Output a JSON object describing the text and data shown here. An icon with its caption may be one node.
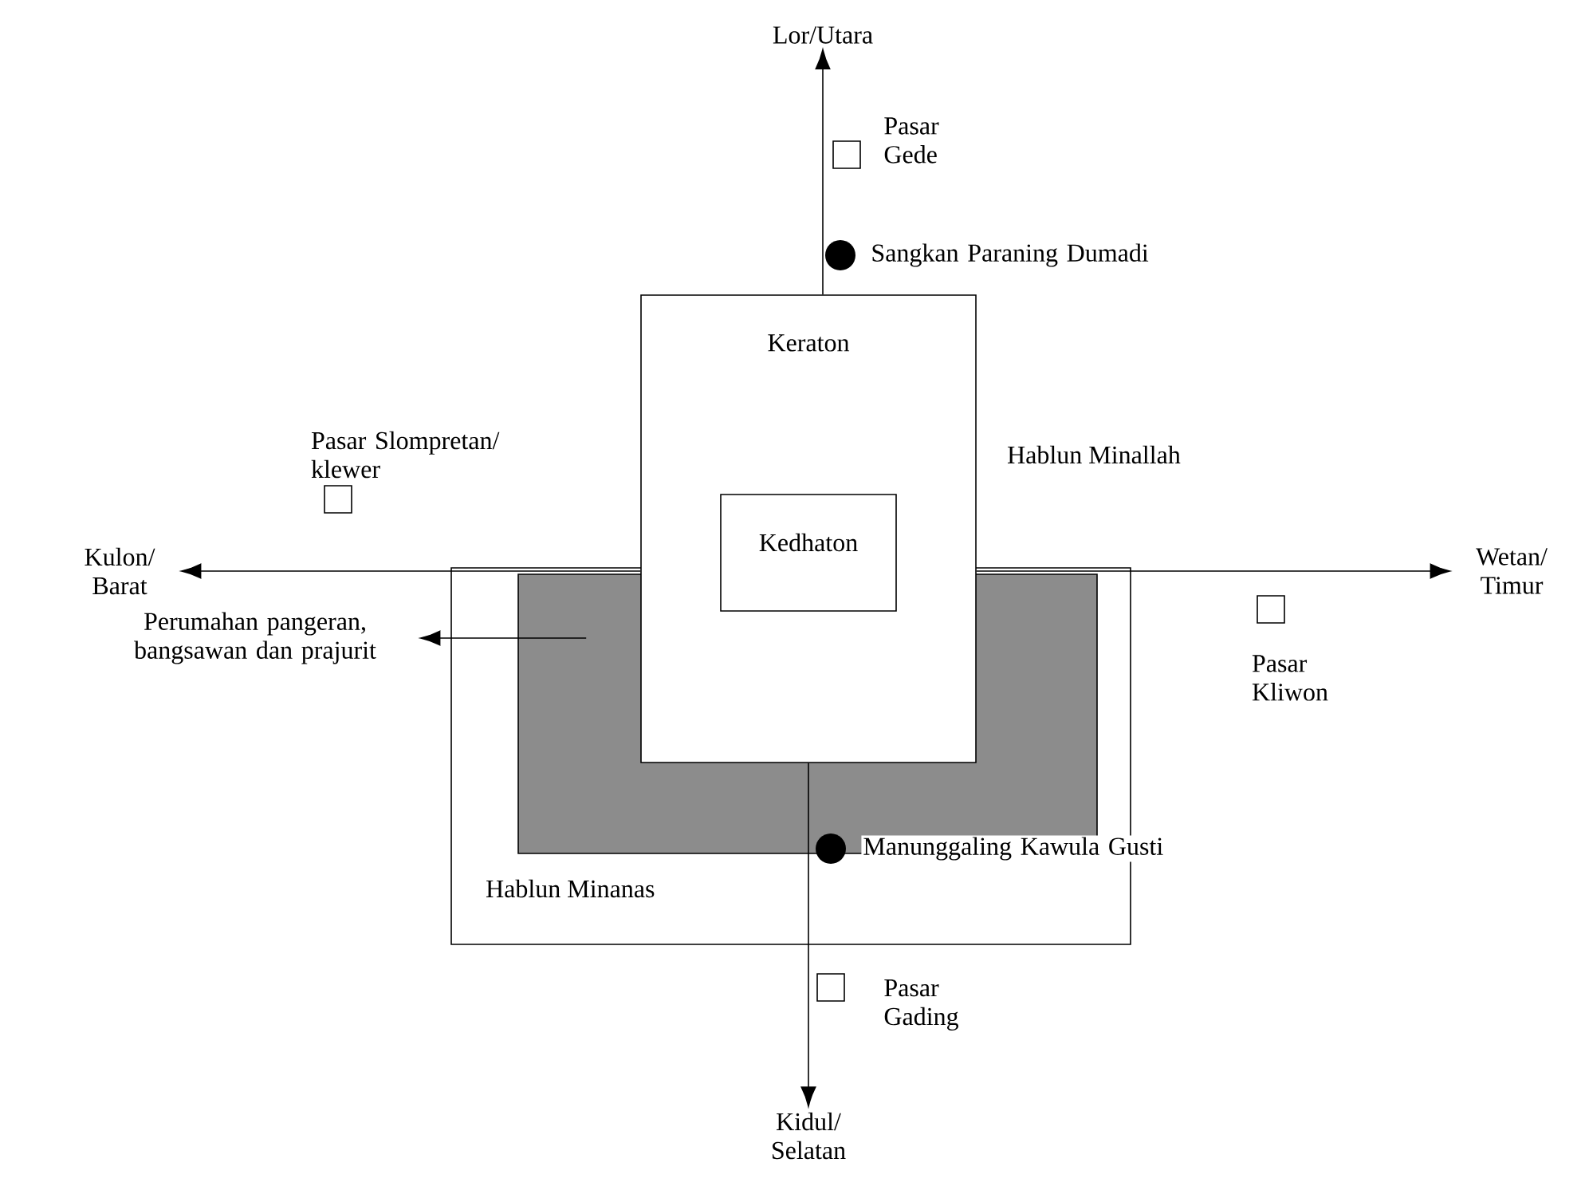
{
  "diagram": {
    "nodes": [
      {
        "text": [
          "Lor/Utara"
        ]
      },
      {
        "text": [],
        "shape": "box",
        "beside": [
          "Pasar Gede"
        ]
      },
      {
        "text": [],
        "shape": "circle",
        "beside": [
          "Sangkan Paraning Dumadi"
        ]
      },
      {
        "text": [
          "Keraton"
        ]
      },
      {
        "text": [
          "Kedhaton"
        ],
        "in": 3
      },
      {
        "text": [],
        "shape": "box",
        "beside": [
          "Pasar Slompretan/ klewer"
        ]
      },
      {
        "text": [
          "Kulon/ Barat"
        ]
      },
      {
        "text": [
          "Wetan/ Timur"
        ]
      },
      {
        "text": [
          "Hablun Minanas"
        ]
      },
      {
        "text": [],
        "shape": "box",
        "in": 8
      },
      {
        "text": [],
        "shape": "circle",
        "in": 9,
        "beside": [
          "Manunggaling Kawula Gusti"
        ]
      },
      {
        "text": [],
        "shape": "box",
        "beside": [
          "Pasar Kliwon"
        ]
      },
      {
        "text": [
          "Perumahan pangeran, bangsawan dan prajurit"
        ]
      },
      {
        "text": [],
        "shape": "box",
        "beside": [
          "Pasar Gading"
        ]
      },
      {
        "text": [
          "Kidul/ Selatan"
        ]
      }
    ],
    "edges": [
      {
        "from": 3,
        "to": 0,
        "arrow": "to"
      },
      {
        "from": 3,
        "to": 7,
        "arrow": "to"
      },
      {
        "from": 3,
        "to": 14,
        "arrow": "to"
      },
      {
        "from": 3,
        "to": 6,
        "arrow": "to"
      },
      {
        "from": 9,
        "to": 12,
        "arrow": "to"
      }
    ],
    "labels": [
      "Hablun Minallah"
    ]
  }
}
